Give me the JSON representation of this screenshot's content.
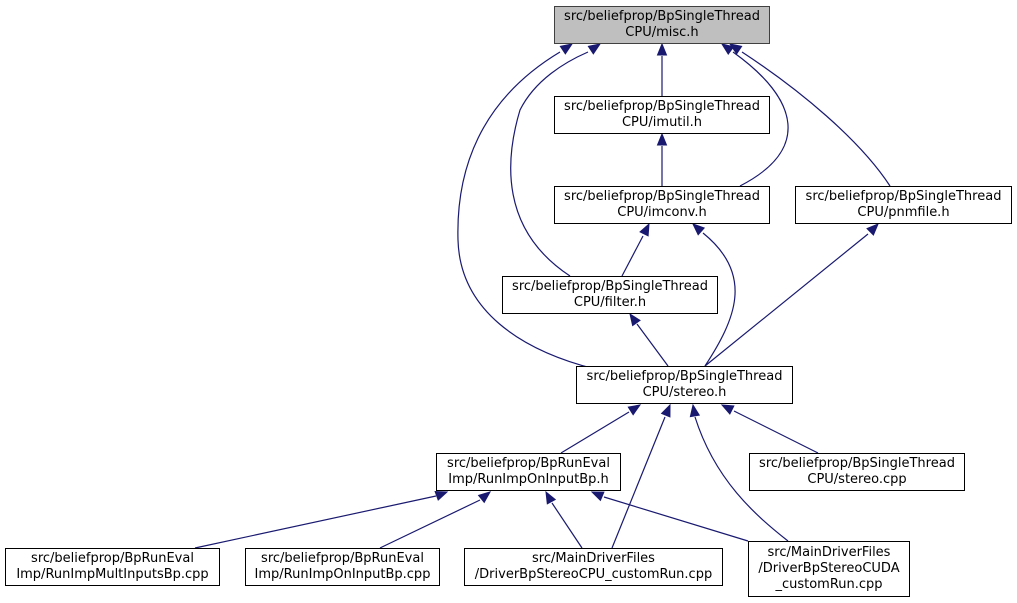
{
  "colors": {
    "edge": "#191970",
    "root_fill": "#bfbfbf",
    "node_border": "#000000"
  },
  "nodes": {
    "misc": {
      "line1": "src/beliefprop/BpSingleThread",
      "line2": "CPU/misc.h"
    },
    "imutil": {
      "line1": "src/beliefprop/BpSingleThread",
      "line2": "CPU/imutil.h"
    },
    "imconv": {
      "line1": "src/beliefprop/BpSingleThread",
      "line2": "CPU/imconv.h"
    },
    "pnmfile": {
      "line1": "src/beliefprop/BpSingleThread",
      "line2": "CPU/pnmfile.h"
    },
    "filter": {
      "line1": "src/beliefprop/BpSingleThread",
      "line2": "CPU/filter.h"
    },
    "stereo_h": {
      "line1": "src/beliefprop/BpSingleThread",
      "line2": "CPU/stereo.h"
    },
    "runimp_h": {
      "line1": "src/beliefprop/BpRunEval",
      "line2": "Imp/RunImpOnInputBp.h"
    },
    "stereo_cpp": {
      "line1": "src/beliefprop/BpSingleThread",
      "line2": "CPU/stereo.cpp"
    },
    "multi_cpp": {
      "line1": "src/beliefprop/BpRunEval",
      "line2": "Imp/RunImpMultInputsBp.cpp"
    },
    "runimp_cpp": {
      "line1": "src/beliefprop/BpRunEval",
      "line2": "Imp/RunImpOnInputBp.cpp"
    },
    "cpu_custom": {
      "line1": "src/MainDriverFiles",
      "line2": "/DriverBpStereoCPU_customRun.cpp"
    },
    "cuda_custom": {
      "line1": "src/MainDriverFiles",
      "line2": "/DriverBpStereoCUDA",
      "line3": "_customRun.cpp"
    }
  }
}
